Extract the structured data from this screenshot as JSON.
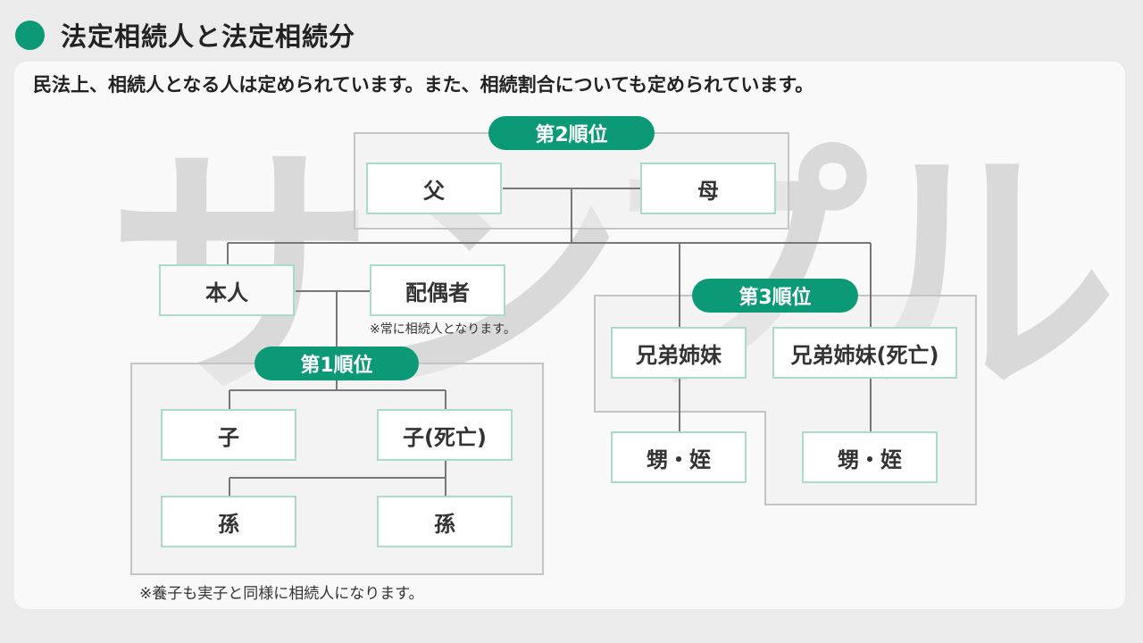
{
  "title": "法定相続人と法定相続分",
  "lead": "民法上、相続人となる人は定められています。また、相続割合についても定められています。",
  "watermark": "サンプル",
  "ranks": {
    "second": "第2順位",
    "first": "第1順位",
    "third": "第3順位"
  },
  "persons": {
    "father": "父",
    "mother": "母",
    "self": "本人",
    "spouse": "配偶者",
    "child": "子",
    "child_deceased": "子(死亡)",
    "grandchild_1": "孫",
    "grandchild_2": "孫",
    "sibling": "兄弟姉妹",
    "sibling_deceased": "兄弟姉妹(死亡)",
    "nephew_niece_1": "甥・姪",
    "nephew_niece_2": "甥・姪"
  },
  "notes": {
    "spouse_note": "※常に相続人となります。",
    "adoption_note": "※養子も実子と同様に相続人になります。"
  },
  "colors": {
    "accent": "#0c9a76",
    "box_border": "#a8dcc9",
    "line": "#777777",
    "group_border": "#c4c4c4"
  }
}
